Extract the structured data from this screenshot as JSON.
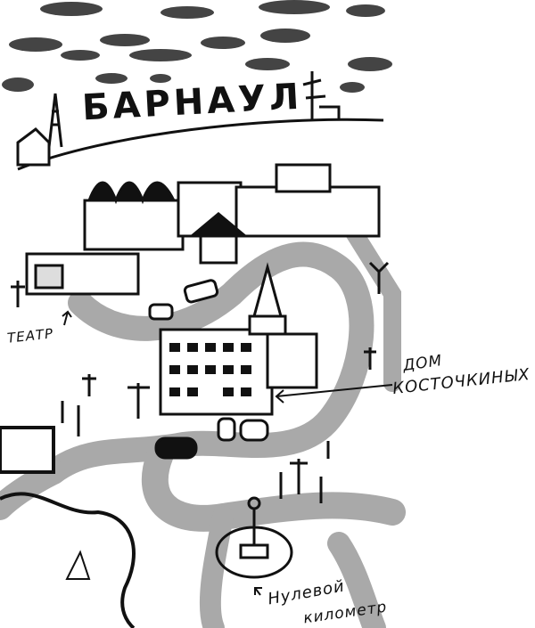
{
  "title": "БАРНАУЛ",
  "labels": {
    "theatre": "ТЕАТР",
    "kostochkin_house_line1": "ДОМ",
    "kostochkin_house_line2": "КОСТОЧКИНЫХ",
    "zero_km_line1": "Нулевой",
    "zero_km_line2": "километр"
  },
  "colors": {
    "ink": "#111111",
    "road": "#a9a9a9",
    "paper": "#ffffff"
  }
}
